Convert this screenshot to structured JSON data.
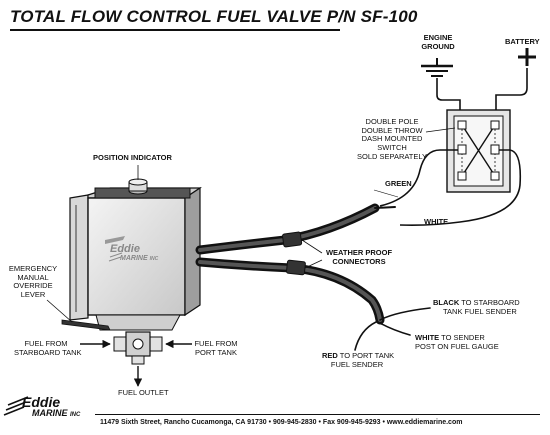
{
  "title": "TOTAL FLOW CONTROL FUEL VALVE P/N SF-100",
  "labels": {
    "engine_ground": [
      "ENGINE",
      "GROUND"
    ],
    "battery": "BATTERY",
    "switch": [
      "DOUBLE POLE",
      "DOUBLE THROW",
      "DASH MOUNTED",
      "SWITCH",
      "SOLD SEPARATELY"
    ],
    "position_indicator": "POSITION INDICATOR",
    "green": "GREEN",
    "white": "WHITE",
    "connectors": [
      "WEATHER PROOF",
      "CONNECTORS"
    ],
    "override": [
      "EMERGENCY",
      "MANUAL",
      "OVERRIDE",
      "LEVER"
    ],
    "fuel_starboard": [
      "FUEL FROM",
      "STARBOARD TANK"
    ],
    "fuel_port": [
      "FUEL FROM",
      "PORT TANK"
    ],
    "fuel_outlet": "FUEL OUTLET",
    "black_word": "BLACK",
    "black_rest": " TO STARBOARD",
    "black_line2": "TANK FUEL SENDER",
    "white_word": "WHITE",
    "white_rest": " TO SENDER",
    "white_line2": "POST ON FUEL GAUGE",
    "red_word": "RED",
    "red_rest": " TO PORT TANK",
    "red_line2": "FUEL SENDER"
  },
  "logo": {
    "line1": "Eddie",
    "line2": "MARINE",
    "suffix": "INC"
  },
  "footer": {
    "address": "11479 Sixth Street, Rancho Cucamonga, CA 91730 • 909-945-2830 • Fax 909-945-9293 • www.eddiemarine.com"
  },
  "icons": {
    "ground": "ground-symbol-icon",
    "battery": "battery-plus-icon",
    "switch": "dpdt-switch-icon",
    "valve": "fuel-valve-body-icon",
    "fitting": "three-way-fitting-icon",
    "connector": "weatherproof-connector-icon",
    "arrows": "flow-arrow-icon"
  }
}
